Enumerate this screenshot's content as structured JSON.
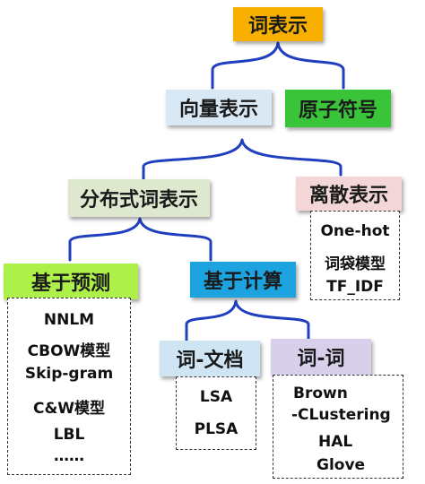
{
  "colors": {
    "line": "#1f3fbf",
    "root": "#f7b000",
    "vector": "#d9e8f5",
    "atomic": "#3ac43a",
    "distributed": "#dde8cf",
    "discrete": "#f2d6d8",
    "prediction": "#aef04a",
    "computation": "#1da3e0",
    "word_doc": "#cfe5f3",
    "word_word": "#d8d0ea"
  },
  "nodes": {
    "root": "词表示",
    "vector": "向量表示",
    "atomic": "原子符号",
    "distributed": "分布式词表示",
    "discrete": "离散表示",
    "prediction": "基于预测",
    "computation": "基于计算",
    "word_doc": "词-文档",
    "word_word": "词-词"
  },
  "lists": {
    "discrete": [
      "One-hot",
      "词袋模型",
      "TF_IDF"
    ],
    "prediction": [
      "NNLM",
      "CBOW模型",
      "Skip-gram",
      "C&W模型",
      "LBL",
      "……"
    ],
    "word_doc": [
      "LSA",
      "PLSA"
    ],
    "word_word": [
      "Brown",
      "-CLustering",
      "HAL",
      "Glove"
    ]
  }
}
